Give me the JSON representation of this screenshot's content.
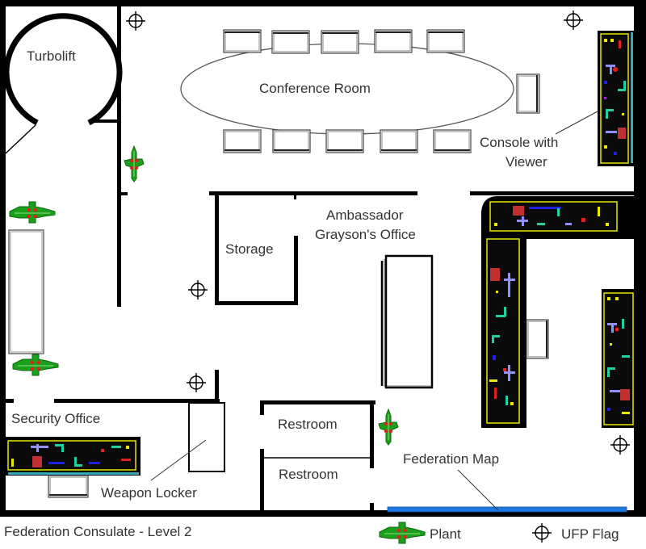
{
  "title": "Federation Consulate - Level 2",
  "rooms": {
    "turbolift": "Turbolift",
    "conference_room": "Conference Room",
    "console_with_viewer_line1": "Console with",
    "console_with_viewer_line2": "Viewer",
    "storage": "Storage",
    "ambassador_line1": "Ambassador",
    "ambassador_line2": "Grayson's Office",
    "security_office": "Security Office",
    "weapon_locker": "Weapon Locker",
    "restroom_1": "Restroom",
    "restroom_2": "Restroom",
    "federation_map": "Federation Map"
  },
  "legend": [
    {
      "icon": "plant-icon",
      "label": "Plant"
    },
    {
      "icon": "ufp-flag-icon",
      "label": "UFP Flag"
    }
  ],
  "colors": {
    "wall": "#000000",
    "plant_green": "#1a9a1a",
    "plant_red": "#e02020",
    "console_bg": "#000000",
    "console_border": "#e8e800",
    "map_blue": "#1e78e0"
  }
}
